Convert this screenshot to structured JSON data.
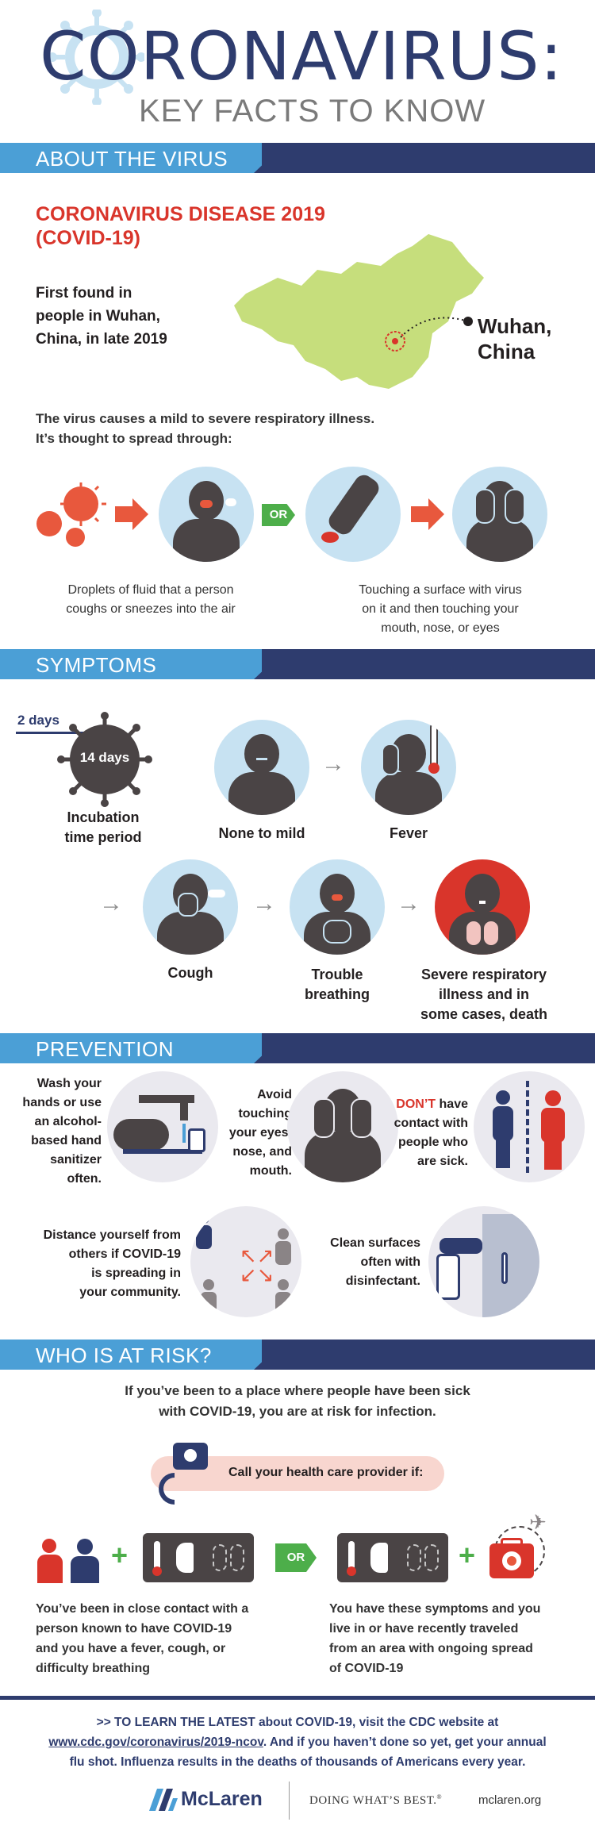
{
  "header": {
    "title": "CORONAVIRUS:",
    "subtitle": "KEY FACTS TO KNOW"
  },
  "about": {
    "banner": "ABOUT THE VIRUS",
    "disease_title_line1": "CORONAVIRUS DISEASE 2019",
    "disease_title_line2": "(COVID-19)",
    "first_found_line1": "First found in",
    "first_found_line2": "people in Wuhan,",
    "first_found_line3": "China, in late 2019",
    "map_label_line1": "Wuhan,",
    "map_label_line2": "China",
    "spread_line1": "The virus causes a mild to severe respiratory illness.",
    "spread_line2": "It’s thought to spread through:",
    "or_label": "OR",
    "droplets_line1": "Droplets of fluid that a person",
    "droplets_line2": "coughs or sneezes into the air",
    "touch_line1": "Touching a surface with virus",
    "touch_line2": "on it and then touching your",
    "touch_line3": "mouth, nose, or eyes"
  },
  "symptoms": {
    "banner": "SYMPTOMS",
    "days_min": "2 days",
    "days_max": "14 days",
    "incubation_line1": "Incubation",
    "incubation_line2": "time period",
    "none_to_mild": "None to mild",
    "fever": "Fever",
    "cough": "Cough",
    "trouble_line1": "Trouble",
    "trouble_line2": "breathing",
    "severe_line1": "Severe respiratory",
    "severe_line2": "illness and in",
    "severe_line3": "some cases, death"
  },
  "prevention": {
    "banner": "PREVENTION",
    "wash_line1": "Wash your",
    "wash_line2": "hands or use",
    "wash_line3": "an alcohol-",
    "wash_line4": "based hand",
    "wash_line5": "sanitizer",
    "wash_line6": "often.",
    "avoid_line1": "Avoid",
    "avoid_line2": "touching",
    "avoid_line3": "your eyes,",
    "avoid_line4": "nose, and",
    "avoid_line5": "mouth.",
    "dont_word": "DON’T",
    "dont_line1": " have",
    "dont_line2": "contact with",
    "dont_line3": "people who",
    "dont_line4": "are sick.",
    "distance_line1": "Distance yourself from",
    "distance_line2": "others if COVID-19",
    "distance_line3": "is spreading in",
    "distance_line4": "your community.",
    "clean_line1": "Clean surfaces",
    "clean_line2": "often with",
    "clean_line3": "disinfectant."
  },
  "risk": {
    "banner": "WHO IS AT RISK?",
    "intro_line1": "If you’ve been to a place where people have been sick",
    "intro_line2": "with COVID-19, you are at risk for infection.",
    "call_label": "Call your health care provider if:",
    "or_label": "OR",
    "left_line1": "You’ve been in close contact with a",
    "left_line2": "person known to have COVID-19",
    "left_line3": "and you have a fever, cough, or",
    "left_line4": "difficulty breathing",
    "right_line1": "You have these symptoms and you",
    "right_line2": "live in or have recently traveled",
    "right_line3": "from an area with ongoing spread",
    "right_line4": "of COVID-19"
  },
  "footer": {
    "cta_line1": ">> TO LEARN THE LATEST about COVID-19, visit the CDC website at",
    "cta_link": "www.cdc.gov/coronavirus/2019-ncov",
    "cta_line2_rest": ". And if you haven’t done so yet, get your annual",
    "cta_line3": "flu shot. Influenza results in the deaths of thousands of Americans every year.",
    "brand": "McLaren",
    "tagline": "DOING WHAT’S BEST.",
    "tagline_mark": "®",
    "site": "mclaren.org"
  },
  "colors": {
    "navy": "#2e3c6e",
    "blue": "#4b9fd6",
    "red": "#d9352b",
    "green": "#4dae4a",
    "light_blue_circle": "#c7e2f2",
    "map_green": "#c6de7c",
    "person_gray": "#4a4445"
  }
}
